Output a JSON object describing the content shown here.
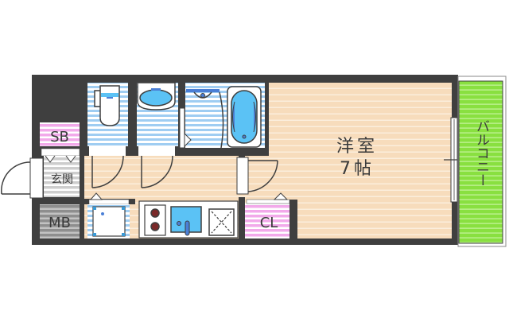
{
  "floorplan": {
    "rooms": {
      "western_room": {
        "label_line1": "洋室",
        "label_line2": "7帖"
      },
      "balcony": {
        "label": "バルコニー"
      },
      "entrance": {
        "label": "玄関"
      },
      "shoe_box": {
        "label": "SB"
      },
      "meter_box": {
        "label": "MB"
      },
      "closet": {
        "label": "CL"
      }
    },
    "fixtures": [
      "toilet-icon",
      "washbasin-icon",
      "bathtub-icon",
      "stove-icon",
      "sink-icon",
      "fridge-space-icon",
      "washing-machine-pan-icon"
    ],
    "colors": {
      "wall": "#3f3f3f",
      "floor_wood": "#f7dfc0",
      "wet_area": "#9ccbf0",
      "fixture_blue": "#5bc2f5",
      "closet_pink": "#f0a8e8",
      "balcony_green": "#8ee24a",
      "entrance_gray": "#c8c8c8",
      "meter_gray": "#9a9a9a"
    }
  }
}
